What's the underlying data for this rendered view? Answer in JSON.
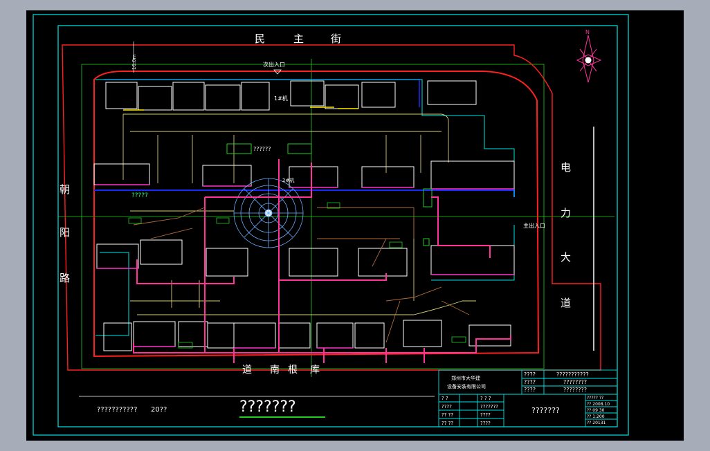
{
  "streets": {
    "north": [
      "民",
      "主",
      "街"
    ],
    "east": [
      "电",
      "力",
      "大",
      "道"
    ],
    "west": [
      "朝",
      "阳",
      "路"
    ],
    "south": [
      "道",
      "南",
      "根",
      "库"
    ]
  },
  "labels": {
    "north_entrance": "次出入口",
    "east_entrance": "主出入口",
    "north_arrow": "N",
    "crane_1": "1#机",
    "crane_2": "2#机",
    "road_width": "16.0m",
    "plaza_placeholder": "??????",
    "green_placeholder": "?????"
  },
  "footer": {
    "left_note": "???????????",
    "year": "20??",
    "drawing_title": "???????"
  },
  "title_block": {
    "company_line1": "郑州市大华建",
    "company_line2": "设备安装有限公司",
    "project_label": "????",
    "project_value": "???????????",
    "drawing_label": "????",
    "drawing_value": "????????",
    "scale_label": "????",
    "scale_value": "????????",
    "sign_col1": [
      "? ?",
      "????",
      "?? ??",
      "?? ??"
    ],
    "sign_col2": [
      "? ? ?",
      "???????",
      "????",
      "????"
    ],
    "center_title": "???????",
    "info_rows": [
      "????? ??",
      "?? 2008.10",
      "?? 09 30",
      "?? 1:200",
      "?? 20131"
    ]
  },
  "colors": {
    "background": "#000000",
    "frame": "#00e5e5",
    "site_boundary": "#ff2020",
    "district_line": "#1a2aff",
    "pipe": "#ff3399",
    "roads": "#d9cf7a",
    "buildings": "#ffffff",
    "green_axis": "#22cc22"
  }
}
